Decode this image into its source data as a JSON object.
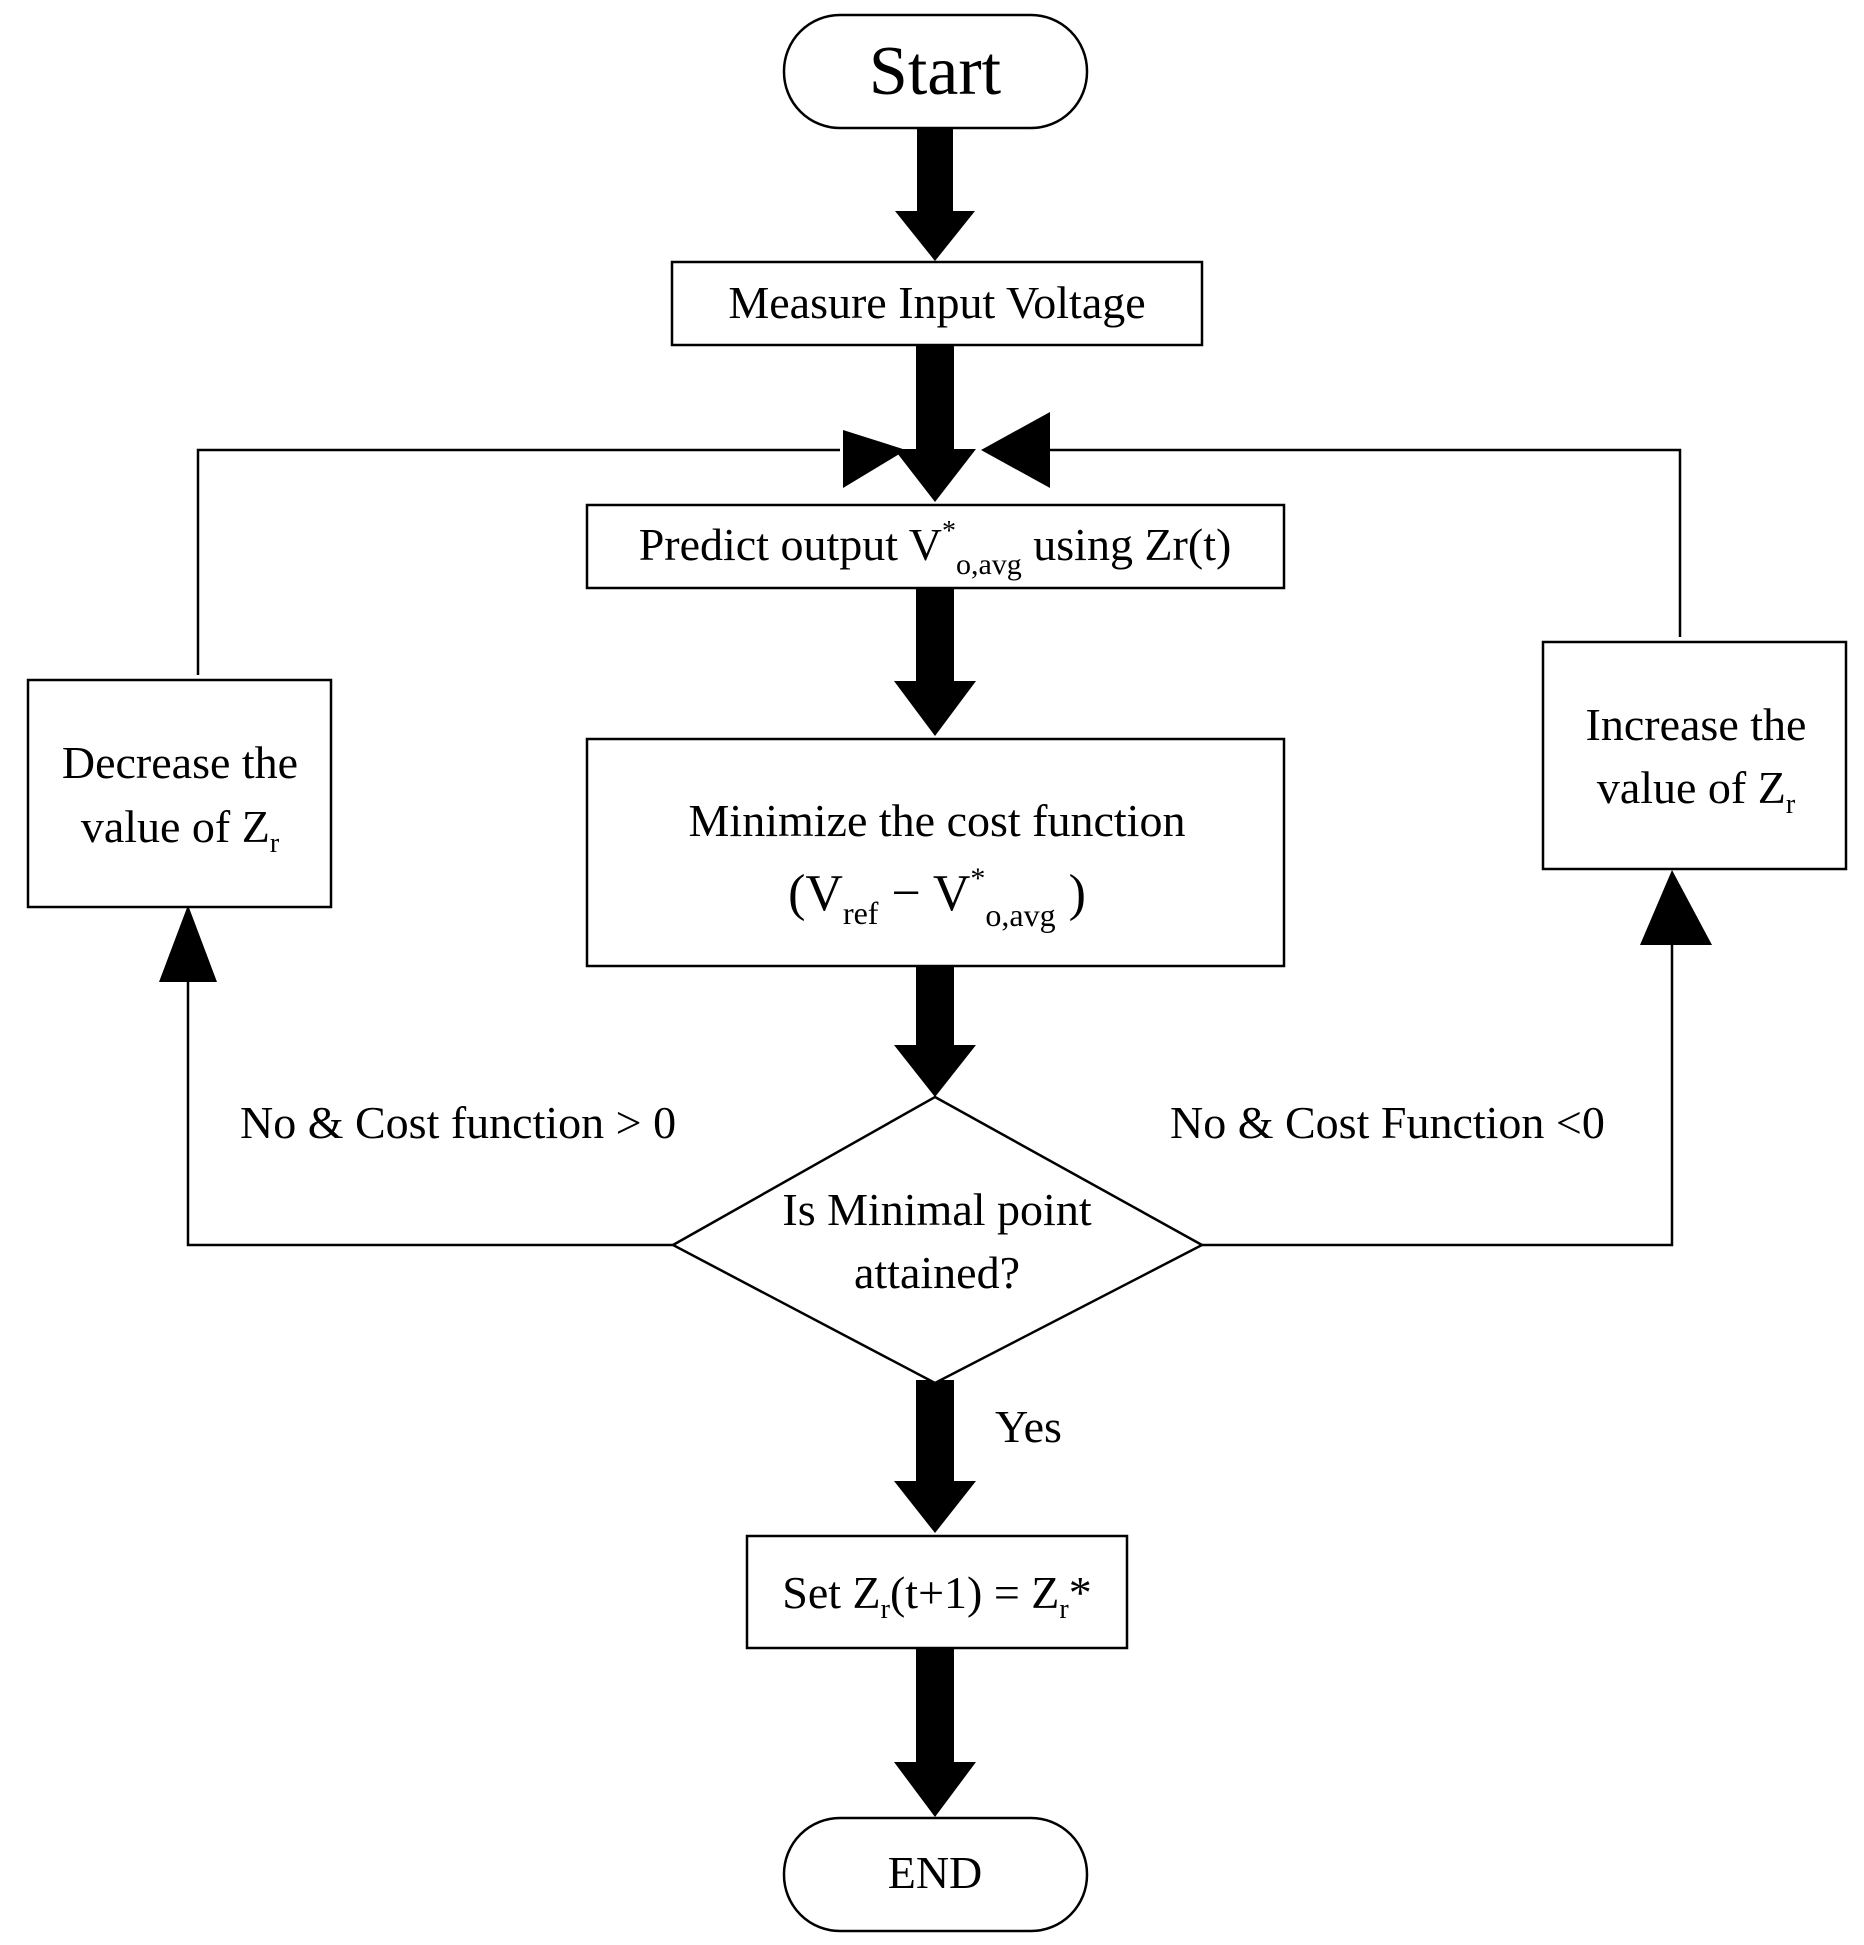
{
  "nodes": {
    "start": "Start",
    "measure": "Measure Input Voltage",
    "predict": {
      "prefix": "Predict output V",
      "sup": "*",
      "sub": "o,avg",
      "suffix": " using Zr(t)"
    },
    "minimize": {
      "line1": "Minimize the cost function",
      "open": "(V",
      "ref_sub": "ref",
      "minus": " −  V",
      "sup": "*",
      "oavg_sub": "o,avg",
      "close": " )"
    },
    "decision": {
      "line1": "Is Minimal point",
      "line2": "attained?"
    },
    "decrease": {
      "line1": "Decrease the",
      "line2_prefix": "value of Z",
      "line2_sub": "r"
    },
    "increase": {
      "line1": "Increase the",
      "line2_prefix": "value of Z",
      "line2_sub": "r"
    },
    "set": {
      "prefix": "Set Z",
      "sub1": "r",
      "mid": "(t+1)  = Z",
      "sub2": "r",
      "suffix": "*"
    },
    "end": "END"
  },
  "edge_labels": {
    "left": "No & Cost function > 0",
    "right": "No & Cost Function <0",
    "yes": "Yes"
  },
  "colors": {
    "stroke": "#000000",
    "fill": "#ffffff"
  }
}
